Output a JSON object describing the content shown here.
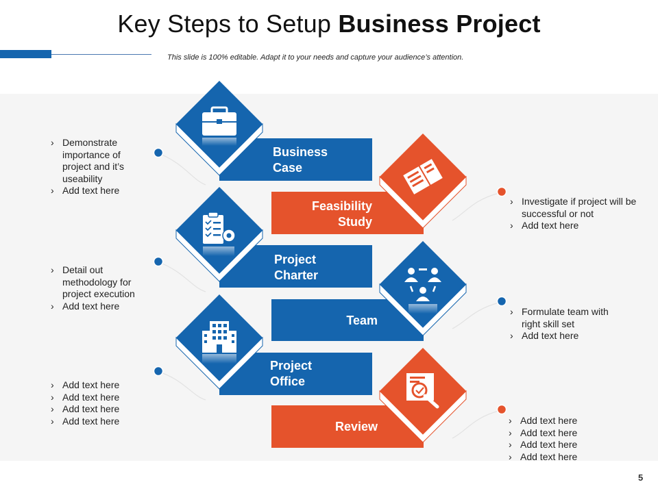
{
  "title": {
    "regular": "Key Steps to Setup ",
    "bold": "Business Project"
  },
  "subtitle": "This slide is 100% editable. Adapt it to your needs and capture your audience’s attention.",
  "page_number": "5",
  "colors": {
    "blue": "#1565ae",
    "orange": "#e5532c",
    "panel": "#f5f5f5",
    "dot_orange": "#e5532c",
    "dot_blue": "#1565ae"
  },
  "steps": [
    {
      "label_lines": [
        "Business",
        "Case"
      ],
      "icon": "briefcase-icon",
      "color": "blue"
    },
    {
      "label_lines": [
        "Feasibility",
        "Study"
      ],
      "icon": "documents-icon",
      "color": "orange"
    },
    {
      "label_lines": [
        "Project",
        "Charter"
      ],
      "icon": "checklist-gear-icon",
      "color": "blue"
    },
    {
      "label_lines": [
        "Team"
      ],
      "icon": "team-icon",
      "color": "blue"
    },
    {
      "label_lines": [
        "Project",
        "Office"
      ],
      "icon": "building-icon",
      "color": "blue"
    },
    {
      "label_lines": [
        "Review"
      ],
      "icon": "review-magnifier-icon",
      "color": "orange"
    }
  ],
  "notes": {
    "left_1": [
      "Demonstrate importance of project and it’s useability",
      "Add text here"
    ],
    "left_2": [
      "Detail out methodology for project execution",
      "Add text here"
    ],
    "left_3": [
      "Add text here",
      "Add text here",
      "Add text here",
      "Add text here"
    ],
    "right_1": [
      "Investigate if project will be successful or not",
      "Add text here"
    ],
    "right_2": [
      "Formulate team with right skill set",
      "Add text here"
    ],
    "right_3": [
      "Add text here",
      "Add text here",
      "Add text here",
      "Add text here"
    ]
  }
}
